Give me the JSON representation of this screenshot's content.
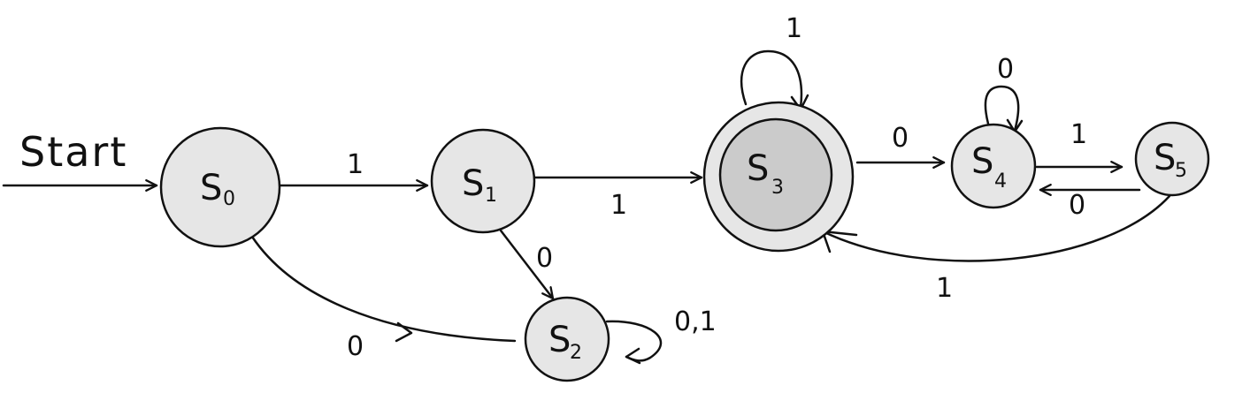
{
  "start_label": "Start",
  "states": {
    "s0": {
      "letter": "S",
      "sub": "0"
    },
    "s1": {
      "letter": "S",
      "sub": "1"
    },
    "s2": {
      "letter": "S",
      "sub": "2"
    },
    "s3": {
      "letter": "S",
      "sub": "3",
      "accepting": true
    },
    "s4": {
      "letter": "S",
      "sub": "4"
    },
    "s5": {
      "letter": "S",
      "sub": "5"
    }
  },
  "transitions": {
    "s0_s1": {
      "from": "S0",
      "to": "S1",
      "label": "1"
    },
    "s0_s2": {
      "from": "S0",
      "to": "S2",
      "label": "0"
    },
    "s1_s3": {
      "from": "S1",
      "to": "S3",
      "label": "1"
    },
    "s1_s2": {
      "from": "S1",
      "to": "S2",
      "label": "0"
    },
    "s2_s2": {
      "from": "S2",
      "to": "S2",
      "label": "0,1"
    },
    "s3_s3": {
      "from": "S3",
      "to": "S3",
      "label": "1"
    },
    "s3_s4": {
      "from": "S3",
      "to": "S4",
      "label": "0"
    },
    "s4_s4": {
      "from": "S4",
      "to": "S4",
      "label": "0"
    },
    "s4_s5": {
      "from": "S4",
      "to": "S5",
      "label": "1"
    },
    "s5_s4": {
      "from": "S5",
      "to": "S4",
      "label": "0"
    },
    "s5_s3": {
      "from": "S5",
      "to": "S3",
      "label": "1"
    }
  },
  "colors": {
    "state_fill": "#e6e6e6",
    "accept_inner_fill": "#cbcbcb",
    "stroke": "#111111"
  }
}
